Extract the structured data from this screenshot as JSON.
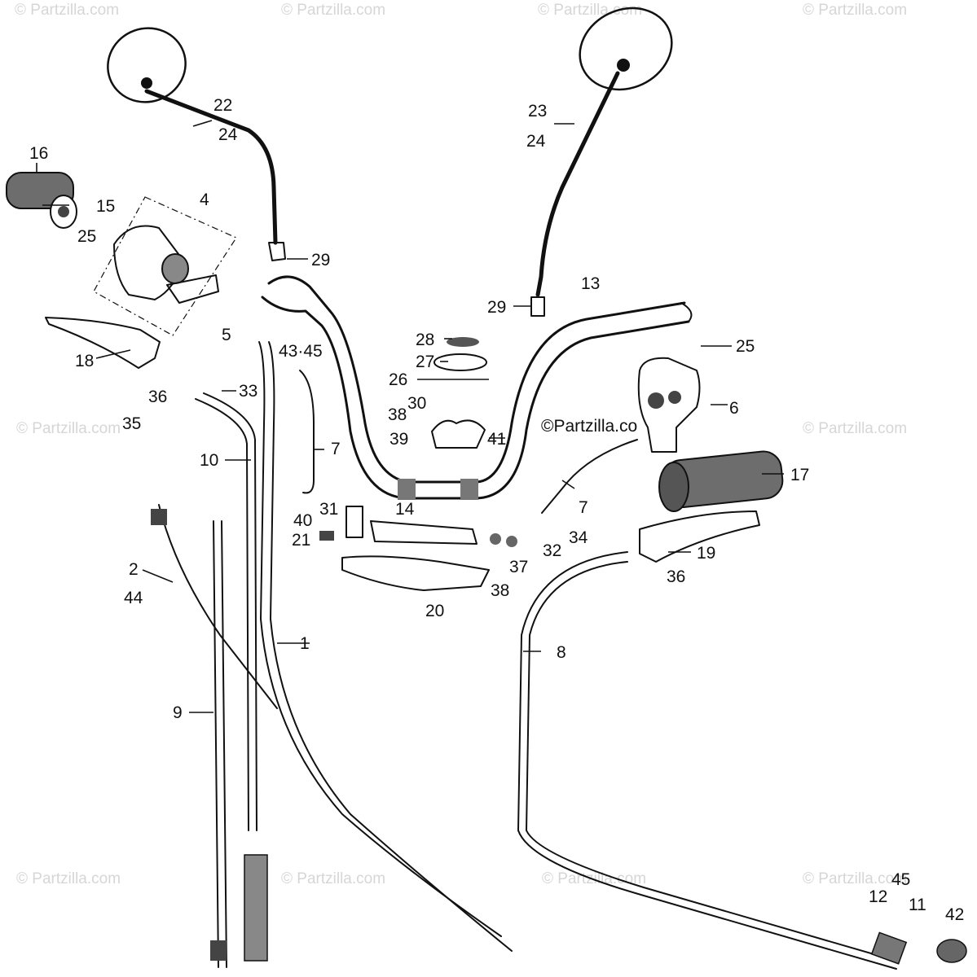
{
  "watermark": "© Partzilla.com",
  "inline_watermark": "©Partzilla.co",
  "labels": {
    "l1": "1",
    "l2": "2",
    "l4": "4",
    "l5": "5",
    "l6": "6",
    "l7a": "7",
    "l7b": "7",
    "l8": "8",
    "l9": "9",
    "l10": "10",
    "l11": "11",
    "l12": "12",
    "l13": "13",
    "l14": "14",
    "l15": "15",
    "l16": "16",
    "l17": "17",
    "l18": "18",
    "l19": "19",
    "l20": "20",
    "l21": "21",
    "l22": "22",
    "l23": "23",
    "l24a": "24",
    "l24b": "24",
    "l25a": "25",
    "l25b": "25",
    "l26": "26",
    "l27": "27",
    "l28": "28",
    "l29a": "29",
    "l29b": "29",
    "l30": "30",
    "l31": "31",
    "l32": "32",
    "l33": "33",
    "l34": "34",
    "l35": "35",
    "l36a": "36",
    "l36b": "36",
    "l37": "37",
    "l38a": "38",
    "l38b": "38",
    "l39": "39",
    "l40": "40",
    "l41": "41",
    "l42": "42",
    "l43_45": "43·45",
    "l44": "44",
    "l45": "45"
  }
}
